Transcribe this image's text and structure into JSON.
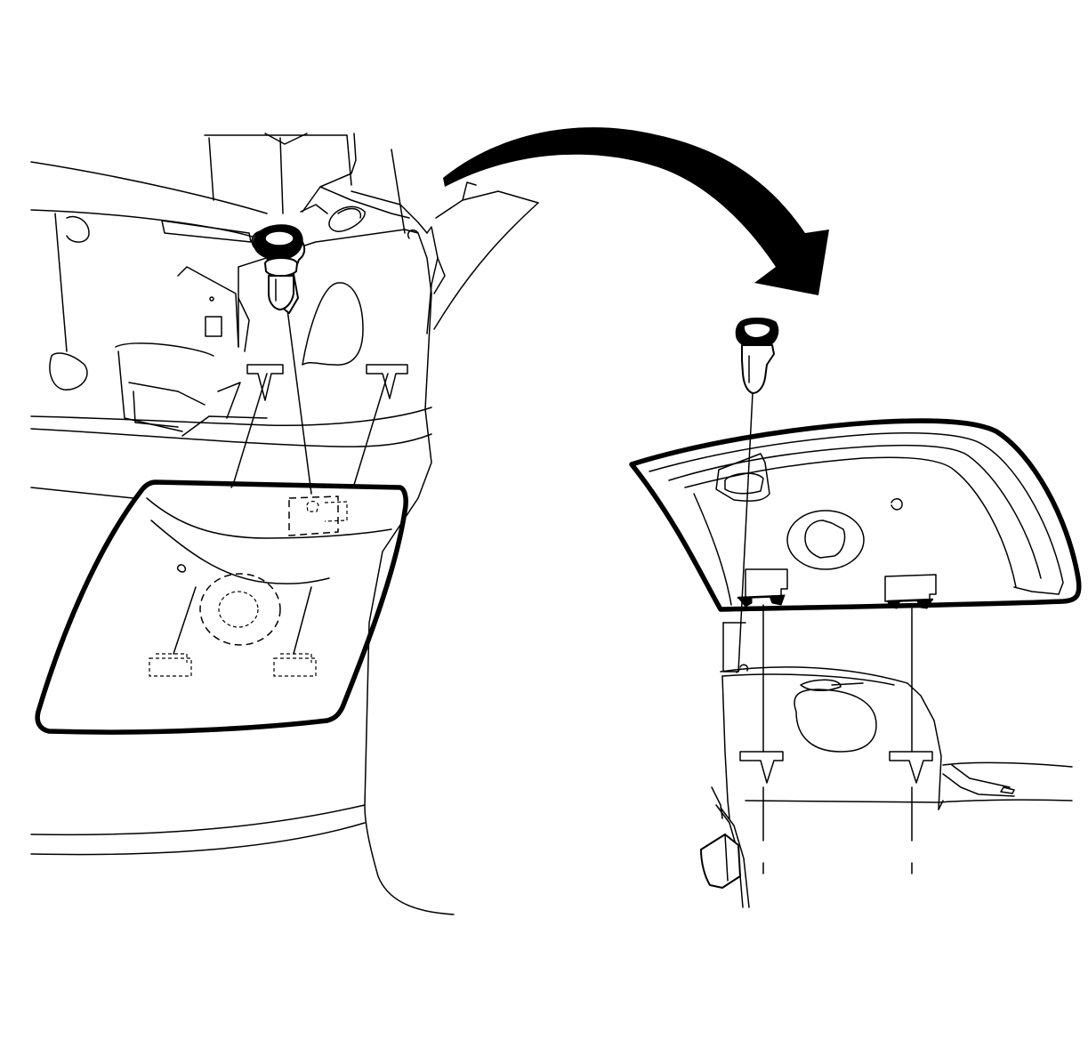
{
  "colors": {
    "background": "#ffffff",
    "line": "#000000"
  },
  "figure": {
    "views": [
      {
        "id": "left-view",
        "depicts": "lamp-housing-and-fender-before-removal"
      },
      {
        "id": "right-view",
        "depicts": "lamp-removed-from-bracket"
      }
    ],
    "arrow": {
      "direction": "left-to-right",
      "shape": "curved"
    }
  }
}
